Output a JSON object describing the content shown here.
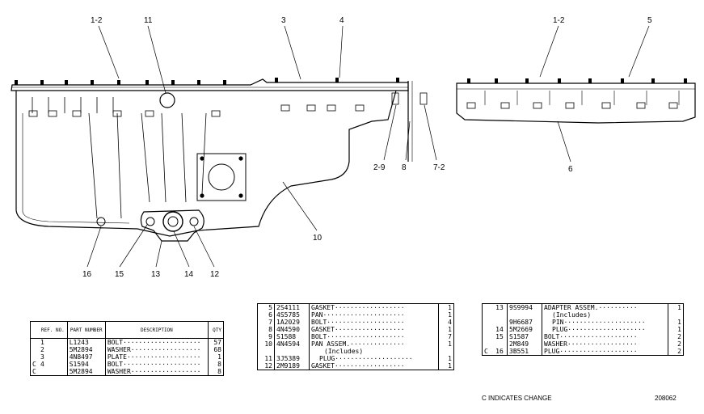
{
  "callouts": {
    "c_1_2_left": "1-2",
    "c_11": "11",
    "c_3": "3",
    "c_4": "4",
    "c_1_2_right": "1-2",
    "c_5": "5",
    "c_2_9": "2-9",
    "c_8": "8",
    "c_7_2": "7-2",
    "c_6": "6",
    "c_10": "10",
    "c_16": "16",
    "c_15": "15",
    "c_13": "13",
    "c_14": "14",
    "c_12": "12"
  },
  "table1": {
    "headers": {
      "ref": "REF. NO.",
      "part": "PART NUMBER",
      "desc": "DESCRIPTION",
      "qty": "QTY"
    },
    "rows": [
      {
        "change": "",
        "ref": "1",
        "part": "L1243",
        "desc": "BOLT",
        "qty": "57"
      },
      {
        "change": "",
        "ref": "2",
        "part": "5M2894",
        "desc": "WASHER",
        "qty": "68"
      },
      {
        "change": "",
        "ref": "3",
        "part": "4N8497",
        "desc": "PLATE",
        "qty": "1"
      },
      {
        "change": "C",
        "ref": "4",
        "part": "S1594",
        "desc": "BOLT",
        "qty": "8"
      },
      {
        "change": "C",
        "ref": "",
        "part": "5M2894",
        "desc": "WASHER",
        "qty": "8"
      }
    ]
  },
  "table2": {
    "rows": [
      {
        "ref": "5",
        "part": "2S4111",
        "desc": "GASKET",
        "qty": "1"
      },
      {
        "ref": "6",
        "part": "4S5785",
        "desc": "PAN",
        "qty": "1"
      },
      {
        "ref": "7",
        "part": "1A2029",
        "desc": "BOLT",
        "qty": "4"
      },
      {
        "ref": "8",
        "part": "4N4590",
        "desc": "GASKET",
        "qty": "1"
      },
      {
        "ref": "9",
        "part": "S1588",
        "desc": "BOLT",
        "qty": "7"
      },
      {
        "ref": "10",
        "part": "4N4594",
        "desc": "PAN ASSEM.",
        "qty": "1"
      },
      {
        "ref": "",
        "part": "",
        "desc": "(Includes)",
        "qty": ""
      },
      {
        "ref": "11",
        "part": "3J5389",
        "desc": "PLUG",
        "qty": "1"
      },
      {
        "ref": "12",
        "part": "2M9189",
        "desc": "GASKET",
        "qty": "1"
      }
    ]
  },
  "table3": {
    "rows": [
      {
        "change": "",
        "ref": "13",
        "part": "9S9994",
        "desc": "ADAPTER ASSEM.",
        "qty": "1"
      },
      {
        "change": "",
        "ref": "",
        "part": "",
        "desc": "(Includes)",
        "qty": ""
      },
      {
        "change": "",
        "ref": "",
        "part": "9H6687",
        "desc": "PIN",
        "qty": "1"
      },
      {
        "change": "",
        "ref": "14",
        "part": "5M2669",
        "desc": "PLUG",
        "qty": "1"
      },
      {
        "change": "",
        "ref": "15",
        "part": "S1587",
        "desc": "BOLT",
        "qty": "2"
      },
      {
        "change": "",
        "ref": "",
        "part": "2M849",
        "desc": "WASHER",
        "qty": "2"
      },
      {
        "change": "C",
        "ref": "16",
        "part": "3B551",
        "desc": "PLUG",
        "qty": "2"
      }
    ]
  },
  "footer": {
    "note": "C INDICATES CHANGE",
    "drawing_number": "208062"
  }
}
